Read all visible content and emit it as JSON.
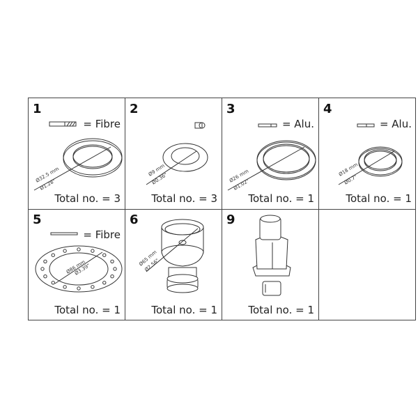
{
  "cells": [
    {
      "number": "1",
      "material": "= Fibre",
      "dia_mm": "Ø32.5 mm",
      "dia_in": "Ø1.28\"",
      "total": "Total no. = 3"
    },
    {
      "number": "2",
      "dia_mm": "Ø9 mm",
      "dia_in": "Ø0.36\"",
      "total": "Total no. = 3"
    },
    {
      "number": "3",
      "material": "= Alu.",
      "dia_mm": "Ø26 mm",
      "dia_in": "Ø1.02\"",
      "total": "Total no. = 1"
    },
    {
      "number": "4",
      "material": "= Alu.",
      "dia_mm": "Ø18 mm",
      "dia_in": "Ø0.7\"",
      "total": "Total no. = 1"
    },
    {
      "number": "5",
      "material": "= Fibre",
      "dia_mm": "Ø86 mm",
      "dia_in": "Ø3.39\"",
      "total": "Total no. = 1"
    },
    {
      "number": "6",
      "dia_mm": "Ø65 mm",
      "dia_in": "Ø2.56\"",
      "total": "Total no. = 1"
    },
    {
      "number": "9",
      "total": "Total no. = 1"
    }
  ]
}
